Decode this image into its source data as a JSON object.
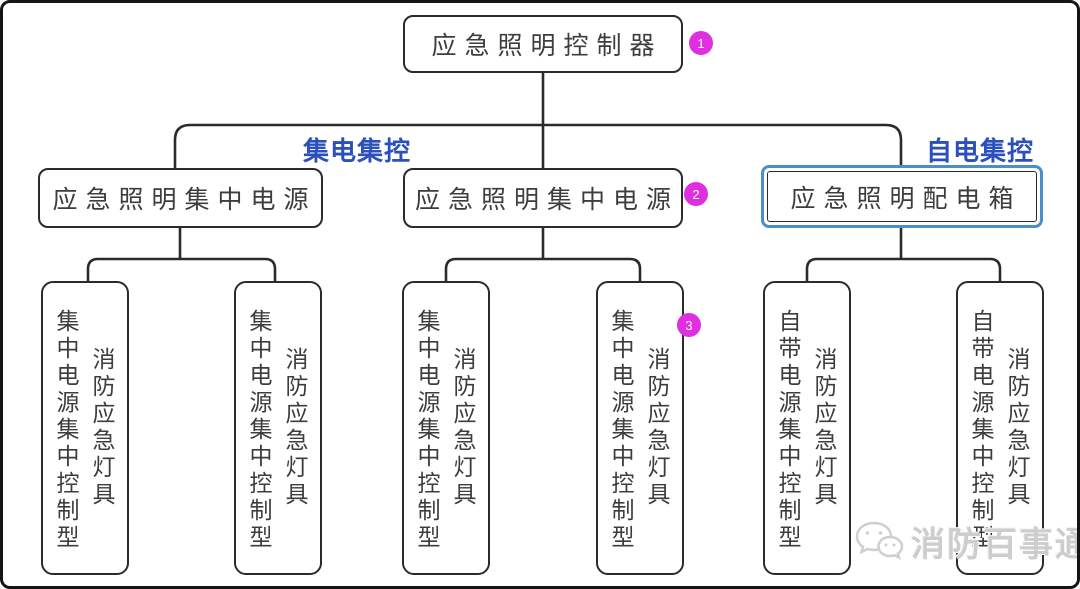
{
  "diagram": {
    "root": {
      "label": "应急照明控制器",
      "badge": "1"
    },
    "branch_labels": {
      "left": "集电集控",
      "right": "自电集控"
    },
    "level2": [
      {
        "label": "应急照明集中电源"
      },
      {
        "label": "应急照明集中电源",
        "badge": "2"
      },
      {
        "label": "应急照明配电箱",
        "highlighted": true
      }
    ],
    "leaf_badge": "3",
    "leaves": [
      {
        "line1": "集中电源集中控制型",
        "line2": "消防应急灯具"
      },
      {
        "line1": "集中电源集中控制型",
        "line2": "消防应急灯具"
      },
      {
        "line1": "集中电源集中控制型",
        "line2": "消防应急灯具"
      },
      {
        "line1": "集中电源集中控制型",
        "line2": "消防应急灯具"
      },
      {
        "line1": "自带电源集中控制型",
        "line2": "消防应急灯具"
      },
      {
        "line1": "自带电源集中控制型",
        "line2": "消防应急灯具"
      }
    ],
    "watermark": {
      "text": "消防百事通",
      "icon": "wechat-icon"
    },
    "colors": {
      "line": "#2b2b2b",
      "accent_blue_text": "#2b50bd",
      "highlight_border": "#4b8fc9",
      "badge_magenta": "#e02fe0",
      "watermark_gray": "#cdcdcd",
      "background": "#ffffff"
    }
  }
}
